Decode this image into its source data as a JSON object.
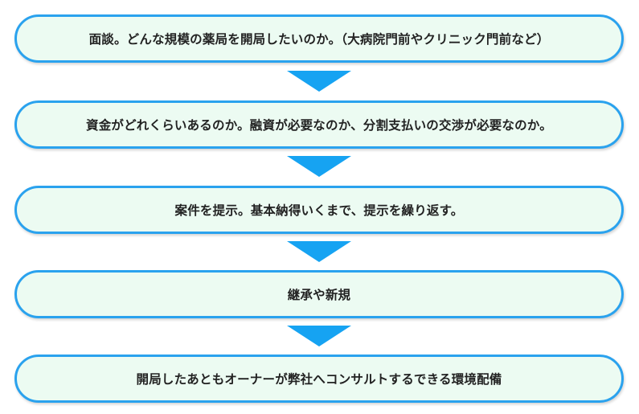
{
  "flow": {
    "steps": [
      {
        "label": "面談。どんな規模の薬局を開局したいのか。（大病院門前やクリニック門前など）"
      },
      {
        "label": "資金がどれくらいあるのか。融資が必要なのか、分割支払いの交渉が必要なのか。"
      },
      {
        "label": "案件を提示。基本納得いくまで、提示を繰り返す。"
      },
      {
        "label": "継承や新規"
      },
      {
        "label": "開局したあともオーナーが弊社へコンサルトするできる環境配備"
      }
    ],
    "colors": {
      "box_border": "#2aa2ee",
      "box_fill": "#ecfbf2",
      "arrow": "#16a3f2",
      "text": "#222222"
    },
    "arrow_icon": "down-triangle-arrow"
  }
}
